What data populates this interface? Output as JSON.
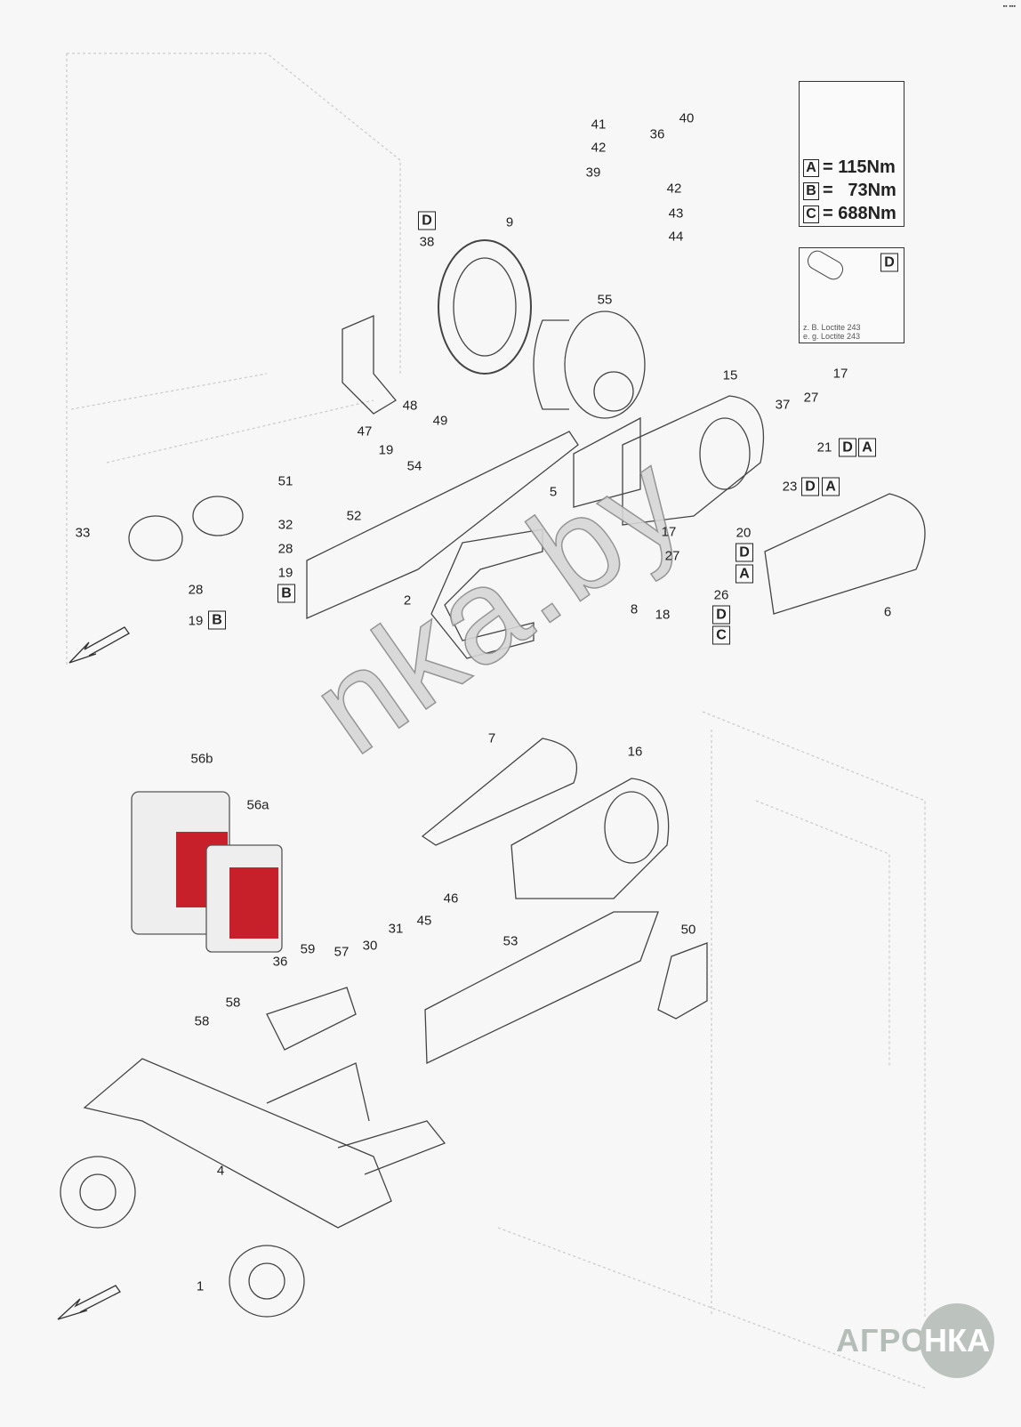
{
  "corner_mark": "▪▪ ▪▪▪",
  "torque_legend": [
    {
      "key": "A",
      "value": "= 115Nm"
    },
    {
      "key": "B",
      "value": "=   73Nm"
    },
    {
      "key": "C",
      "value": "= 688Nm"
    }
  ],
  "loctite_legend": {
    "key": "D",
    "line1": "z. B. Loctite 243",
    "line2": "e. g. Loctite 243"
  },
  "part_labels": [
    "41",
    "42",
    "36",
    "40",
    "39",
    "42",
    "43",
    "44",
    "38",
    "9",
    "55",
    "15",
    "17",
    "37",
    "27",
    "21",
    "23",
    "48",
    "49",
    "47",
    "19",
    "54",
    "52",
    "5",
    "51",
    "32",
    "28",
    "19",
    "33",
    "28",
    "19",
    "17",
    "27",
    "8",
    "18",
    "20",
    "26",
    "6",
    "2",
    "7",
    "16",
    "56b",
    "56a",
    "46",
    "31",
    "45",
    "30",
    "57",
    "59",
    "36",
    "53",
    "50",
    "58",
    "58",
    "4",
    "1"
  ],
  "boxes": [
    "D",
    "D",
    "A",
    "D",
    "A",
    "B",
    "B",
    "D",
    "A",
    "D",
    "C"
  ],
  "watermark": "nka.by",
  "logo": {
    "left": "АГРО",
    "right": "НКА"
  }
}
